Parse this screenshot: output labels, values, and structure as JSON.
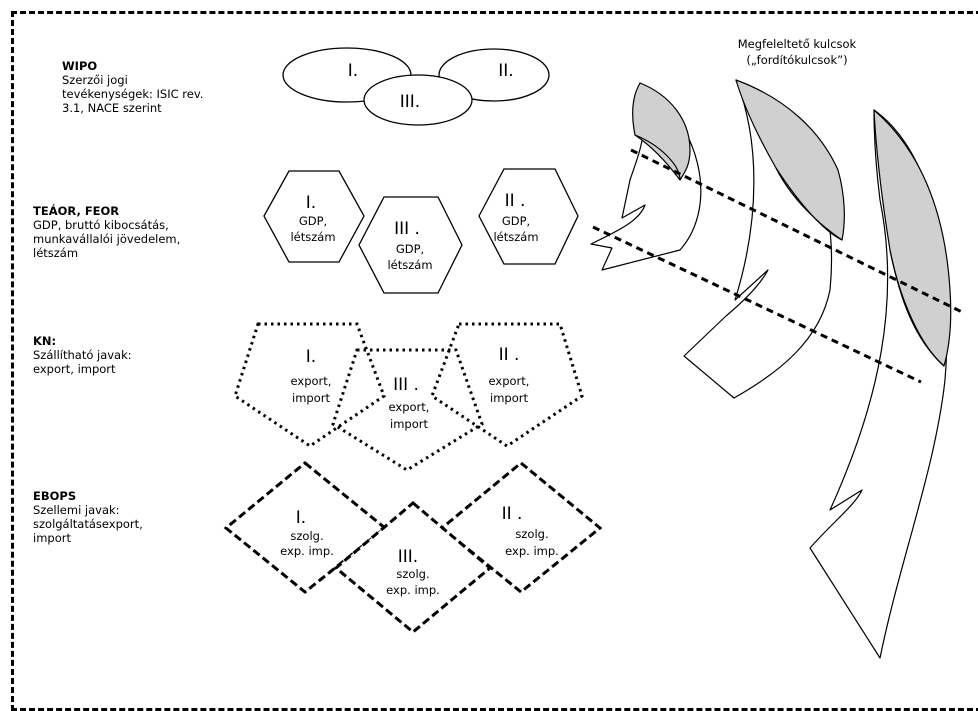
{
  "keys_title": [
    "Megfeleltető kulcsok",
    "(„fordítókulcsok”)"
  ],
  "rows": [
    {
      "title": "WIPO",
      "desc": [
        "Szerzői jogi",
        "tevékenységek: ISIC rev.",
        "3.1, NACE szerint"
      ],
      "shapes": [
        {
          "num": "I.",
          "sub": []
        },
        {
          "num": "II.",
          "sub": []
        },
        {
          "num": "III.",
          "sub": []
        }
      ]
    },
    {
      "title": "TEÁOR, FEOR",
      "desc": [
        "GDP, bruttó kibocsátás,",
        "munkavállalói jövedelem,",
        "létszám"
      ],
      "shapes": [
        {
          "num": "I.",
          "sub": [
            "GDP,",
            "létszám"
          ]
        },
        {
          "num": "II .",
          "sub": [
            "GDP,",
            "létszám"
          ]
        },
        {
          "num": "III .",
          "sub": [
            "GDP,",
            "létszám"
          ]
        }
      ]
    },
    {
      "title": "KN:",
      "desc": [
        "Szállítható javak:",
        "export, import"
      ],
      "shapes": [
        {
          "num": "I.",
          "sub": [
            "export,",
            "import"
          ]
        },
        {
          "num": "II .",
          "sub": [
            "export,",
            "import"
          ]
        },
        {
          "num": "III .",
          "sub": [
            "export,",
            "import"
          ]
        }
      ]
    },
    {
      "title": "EBOPS",
      "desc": [
        "Szellemi javak:",
        "szolgáltatásexport,",
        "import"
      ],
      "shapes": [
        {
          "num": "I.",
          "sub": [
            "szolg.",
            "exp. imp."
          ]
        },
        {
          "num": "II .",
          "sub": [
            "szolg.",
            "exp. imp."
          ]
        },
        {
          "num": "III.",
          "sub": [
            "szolg.",
            "exp. imp."
          ]
        }
      ]
    }
  ]
}
